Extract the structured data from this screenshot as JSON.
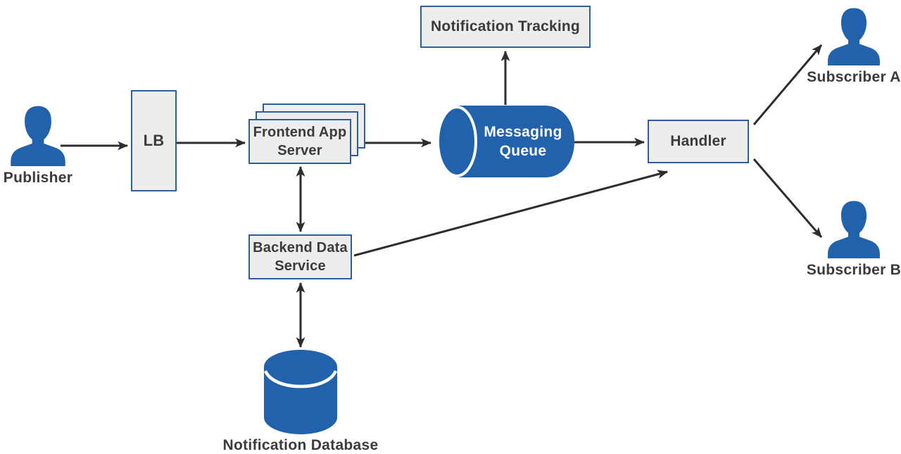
{
  "diagram": {
    "type": "architecture-flow-diagram",
    "colors": {
      "accent_blue": "#2262ad",
      "box_border": "#2e5f9c",
      "box_fill": "#ededee",
      "arrow": "#2d2d2d",
      "label_text": "#3b3b3b",
      "queue_text": "#ffffff",
      "background": "#ffffff"
    },
    "nodes": {
      "publisher": {
        "label": "Publisher",
        "kind": "person"
      },
      "lb": {
        "label": "LB",
        "kind": "box"
      },
      "frontend_app_server": {
        "label": "Frontend App Server",
        "kind": "stacked-box"
      },
      "messaging_queue": {
        "label": "Messaging Queue",
        "kind": "queue-cylinder"
      },
      "notification_tracking": {
        "label": "Notification Tracking",
        "kind": "box"
      },
      "handler": {
        "label": "Handler",
        "kind": "box"
      },
      "subscriber_a": {
        "label": "Subscriber A",
        "kind": "person"
      },
      "subscriber_b": {
        "label": "Subscriber B",
        "kind": "person"
      },
      "backend_data_service": {
        "label": "Backend Data Service",
        "kind": "box"
      },
      "notification_database": {
        "label": "Notification Database",
        "kind": "database-cylinder"
      }
    },
    "edges": [
      {
        "from": "publisher",
        "to": "lb",
        "arrow": "one-way"
      },
      {
        "from": "lb",
        "to": "frontend_app_server",
        "arrow": "one-way"
      },
      {
        "from": "frontend_app_server",
        "to": "messaging_queue",
        "arrow": "one-way"
      },
      {
        "from": "messaging_queue",
        "to": "notification_tracking",
        "arrow": "one-way"
      },
      {
        "from": "messaging_queue",
        "to": "handler",
        "arrow": "one-way"
      },
      {
        "from": "handler",
        "to": "subscriber_a",
        "arrow": "one-way"
      },
      {
        "from": "handler",
        "to": "subscriber_b",
        "arrow": "one-way"
      },
      {
        "from": "frontend_app_server",
        "to": "backend_data_service",
        "arrow": "two-way"
      },
      {
        "from": "backend_data_service",
        "to": "notification_database",
        "arrow": "two-way"
      },
      {
        "from": "backend_data_service",
        "to": "handler",
        "arrow": "one-way"
      }
    ]
  }
}
